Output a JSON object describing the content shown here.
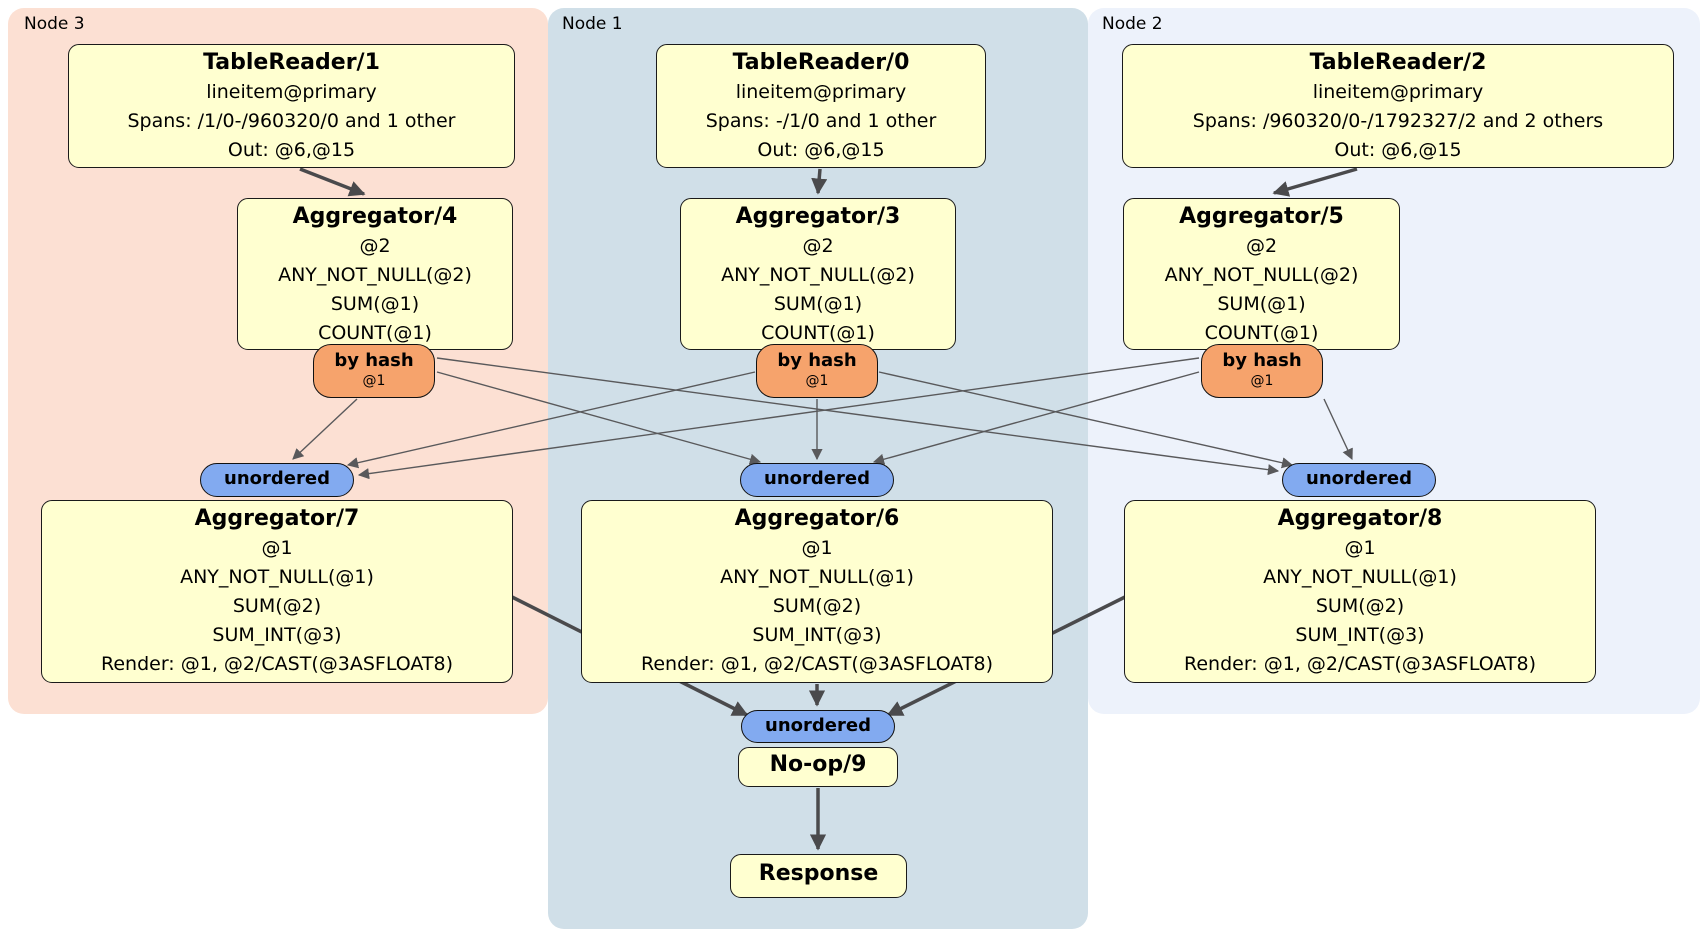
{
  "regions": {
    "node3": {
      "label": "Node 3"
    },
    "node1": {
      "label": "Node 1"
    },
    "node2": {
      "label": "Node 2"
    }
  },
  "processors": {
    "tr1": {
      "title": "TableReader/1",
      "lines": [
        "lineitem@primary",
        "Spans: /1/0-/960320/0 and 1 other",
        "Out: @6,@15"
      ]
    },
    "tr0": {
      "title": "TableReader/0",
      "lines": [
        "lineitem@primary",
        "Spans: -/1/0 and 1 other",
        "Out: @6,@15"
      ]
    },
    "tr2": {
      "title": "TableReader/2",
      "lines": [
        "lineitem@primary",
        "Spans: /960320/0-/1792327/2 and 2 others",
        "Out: @6,@15"
      ]
    },
    "agg4": {
      "title": "Aggregator/4",
      "lines": [
        "@2",
        "ANY_NOT_NULL(@2)",
        "SUM(@1)",
        "COUNT(@1)"
      ]
    },
    "agg3": {
      "title": "Aggregator/3",
      "lines": [
        "@2",
        "ANY_NOT_NULL(@2)",
        "SUM(@1)",
        "COUNT(@1)"
      ]
    },
    "agg5": {
      "title": "Aggregator/5",
      "lines": [
        "@2",
        "ANY_NOT_NULL(@2)",
        "SUM(@1)",
        "COUNT(@1)"
      ]
    },
    "agg7": {
      "title": "Aggregator/7",
      "lines": [
        "@1",
        "ANY_NOT_NULL(@1)",
        "SUM(@2)",
        "SUM_INT(@3)",
        "Render: @1, @2/CAST(@3ASFLOAT8)"
      ]
    },
    "agg6": {
      "title": "Aggregator/6",
      "lines": [
        "@1",
        "ANY_NOT_NULL(@1)",
        "SUM(@2)",
        "SUM_INT(@3)",
        "Render: @1, @2/CAST(@3ASFLOAT8)"
      ]
    },
    "agg8": {
      "title": "Aggregator/8",
      "lines": [
        "@1",
        "ANY_NOT_NULL(@1)",
        "SUM(@2)",
        "SUM_INT(@3)",
        "Render: @1, @2/CAST(@3ASFLOAT8)"
      ]
    },
    "noop": {
      "title": "No-op/9"
    },
    "response": {
      "title": "Response"
    }
  },
  "routers": {
    "hash4": {
      "label": "by hash",
      "key": "@1"
    },
    "hash3": {
      "label": "by hash",
      "key": "@1"
    },
    "hash5": {
      "label": "by hash",
      "key": "@1"
    }
  },
  "syncs": {
    "left": {
      "label": "unordered"
    },
    "mid": {
      "label": "unordered"
    },
    "right": {
      "label": "unordered"
    },
    "final": {
      "label": "unordered"
    }
  },
  "colors": {
    "region_node3": "#fce0d3",
    "region_node1": "#d0dfe8",
    "region_node2": "#edf2fb",
    "box_fill": "#ffffd0",
    "router_fill": "#f6a36c",
    "sync_fill": "#82aaf0",
    "edge_thick": "#4a4a4c",
    "edge_thin": "#59595b"
  }
}
